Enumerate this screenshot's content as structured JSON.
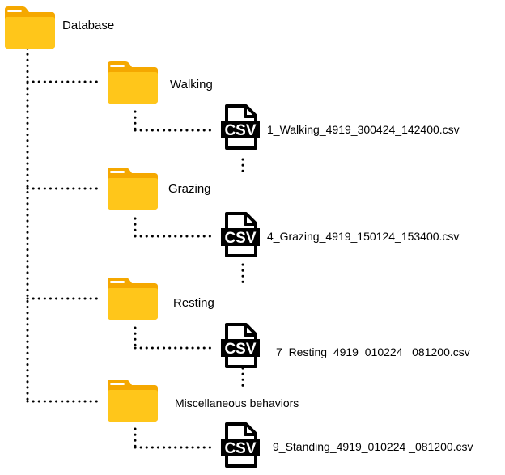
{
  "root": {
    "label": "Database",
    "icon": "folder-icon"
  },
  "folders": [
    {
      "label": "Walking",
      "icon": "folder-icon",
      "file": "1_Walking_4919_300424_142400.csv",
      "file_icon": "csv-file-icon",
      "file_icon_text": "CSV"
    },
    {
      "label": "Grazing",
      "icon": "folder-icon",
      "file": "4_Grazing_4919_150124_153400.csv",
      "file_icon": "csv-file-icon",
      "file_icon_text": "CSV"
    },
    {
      "label": "Resting",
      "icon": "folder-icon",
      "file": "7_Resting_4919_010224 _081200.csv",
      "file_icon": "csv-file-icon",
      "file_icon_text": "CSV"
    },
    {
      "label": "Miscellaneous behaviors",
      "icon": "folder-icon",
      "file": "9_Standing_4919_010224 _081200.csv",
      "file_icon": "csv-file-icon",
      "file_icon_text": "CSV"
    }
  ],
  "colors": {
    "folder_front": "#FFC61A",
    "folder_back": "#F5A800",
    "folder_tab_stripe": "#FFFFFF",
    "connector": "#000000",
    "csv_icon": "#000000"
  }
}
